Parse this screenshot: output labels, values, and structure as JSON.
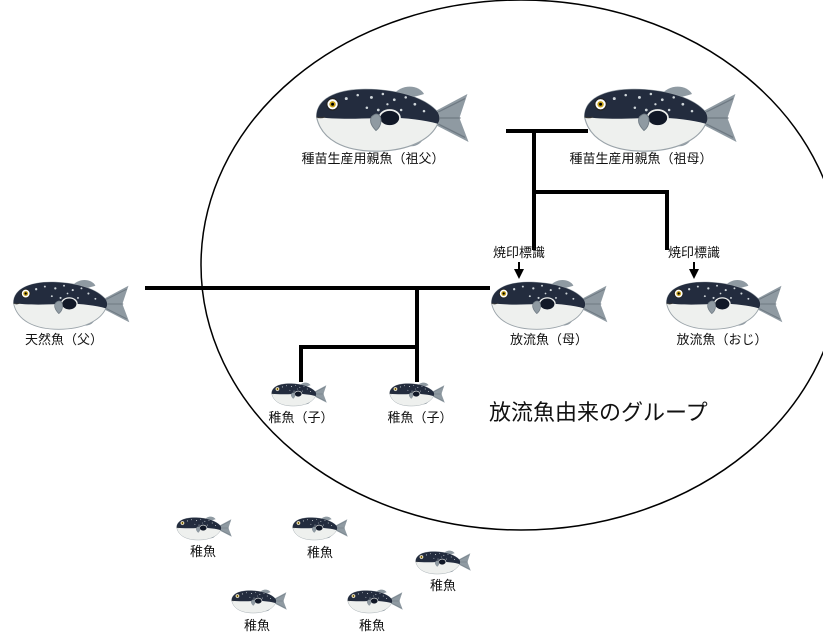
{
  "labels": {
    "grandfather": "種苗生産用親魚（祖父）",
    "grandmother": "種苗生産用親魚（祖母）",
    "mark_mother": "焼印標識",
    "mark_uncle": "焼印標識",
    "wild_father": "天然魚（父）",
    "released_mother": "放流魚（母）",
    "released_uncle": "放流魚（おじ）",
    "juvenile_child_1": "稚魚（子）",
    "juvenile_child_2": "稚魚（子）",
    "group_label": "放流魚由来のグループ",
    "juveniles": [
      "稚魚",
      "稚魚",
      "稚魚",
      "稚魚",
      "稚魚"
    ]
  },
  "colors": {
    "fish_body": "#232c3e",
    "fish_belly": "#eef0ee",
    "fish_fin": "#8f9aa2",
    "line": "#000000"
  }
}
